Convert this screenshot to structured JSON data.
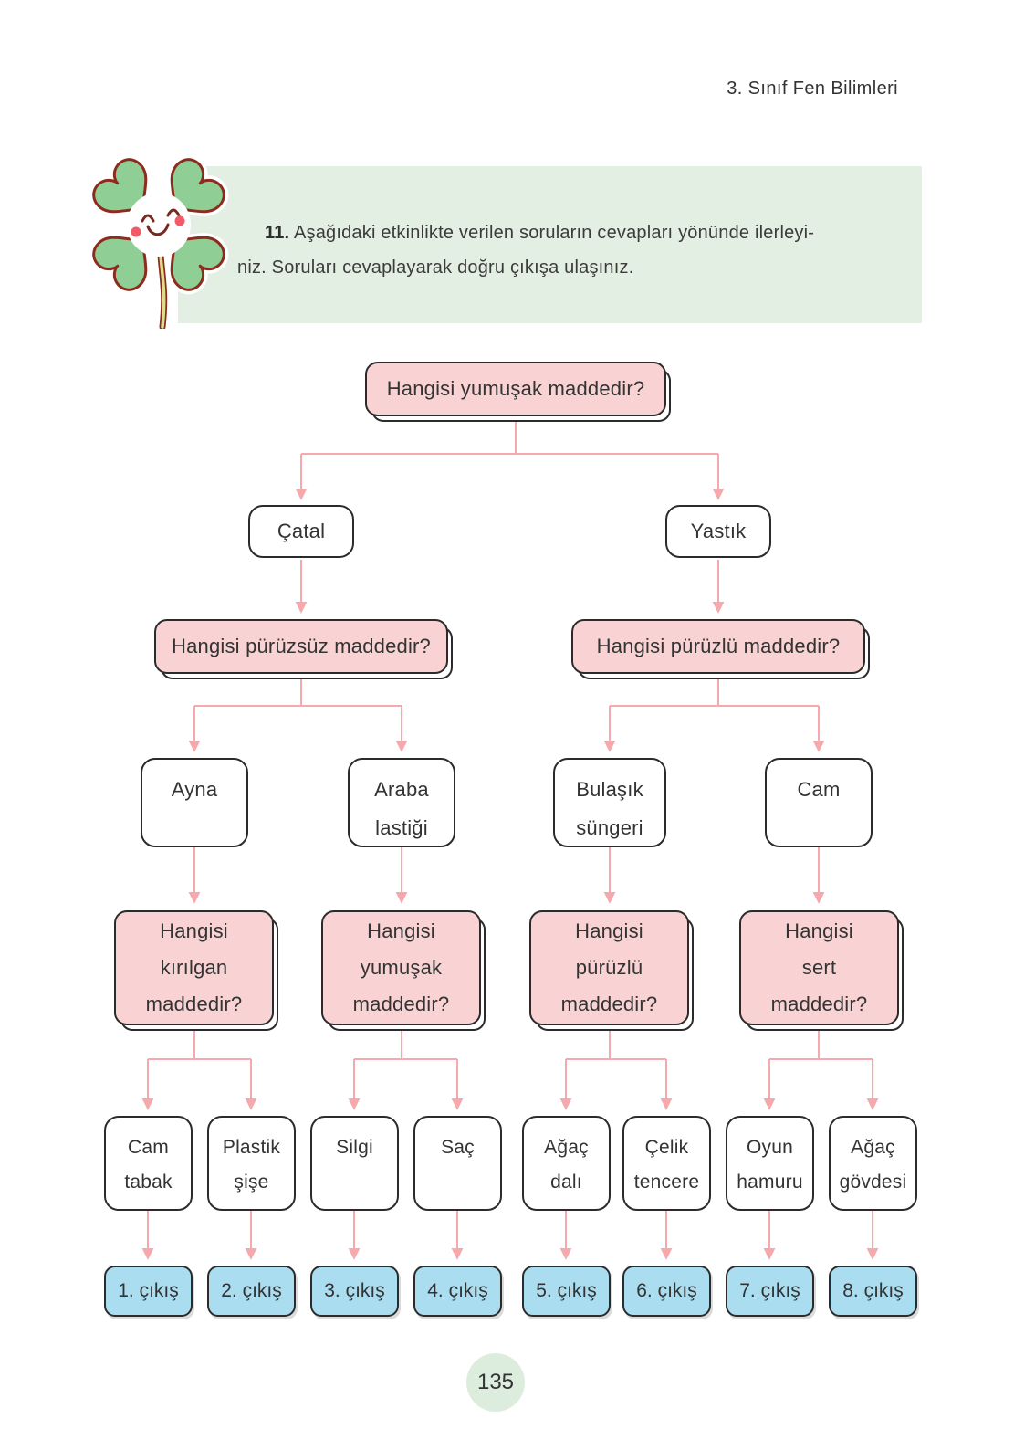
{
  "header": {
    "course": "3. Sınıf Fen Bilimleri"
  },
  "instruction": {
    "number": "11.",
    "text_line1": " Aşağıdaki etkinlikte verilen soruların cevapları yönünde ilerleyi-",
    "text_line2": "niz. Soruları cevaplayarak doğru çıkışa ulaşınız."
  },
  "flowchart": {
    "root_question": "Hangisi yumuşak maddedir?",
    "level1_answers": [
      "Çatal",
      "Yastık"
    ],
    "level2_questions": [
      "Hangisi pürüzsüz maddedir?",
      "Hangisi pürüzlü maddedir?"
    ],
    "level2_answers": [
      [
        "Ayna",
        ""
      ],
      [
        "Araba",
        "lastiği"
      ],
      [
        "Bulaşık",
        "süngeri"
      ],
      [
        "Cam",
        ""
      ]
    ],
    "level3_questions": [
      [
        "Hangisi",
        "kırılgan",
        "maddedir?"
      ],
      [
        "Hangisi",
        "yumuşak",
        "maddedir?"
      ],
      [
        "Hangisi",
        "pürüzlü",
        "maddedir?"
      ],
      [
        "Hangisi",
        "sert",
        "maddedir?"
      ]
    ],
    "level3_answers": [
      [
        "Cam",
        "tabak"
      ],
      [
        "Plastik",
        "şişe"
      ],
      [
        "Silgi",
        ""
      ],
      [
        "Saç",
        ""
      ],
      [
        "Ağaç",
        "dalı"
      ],
      [
        "Çelik",
        "tencere"
      ],
      [
        "Oyun",
        "hamuru"
      ],
      [
        "Ağaç",
        "gövdesi"
      ]
    ],
    "exits": [
      "1. çıkış",
      "2. çıkış",
      "3. çıkış",
      "4. çıkış",
      "5. çıkış",
      "6. çıkış",
      "7. çıkış",
      "8. çıkış"
    ]
  },
  "footer": {
    "page_number": "135"
  },
  "colors": {
    "question_box_fill": "#f9d3d3",
    "exit_box_fill": "#a9ddef",
    "banner_fill": "#e4efe3",
    "arrow": "#f5a9ac",
    "box_outline": "#2b2b2b",
    "clover_leaf": "#8fcf96",
    "clover_outline": "#8c2b1e",
    "cheek": "#f25a68",
    "page_badge_fill": "#ddeddd"
  }
}
